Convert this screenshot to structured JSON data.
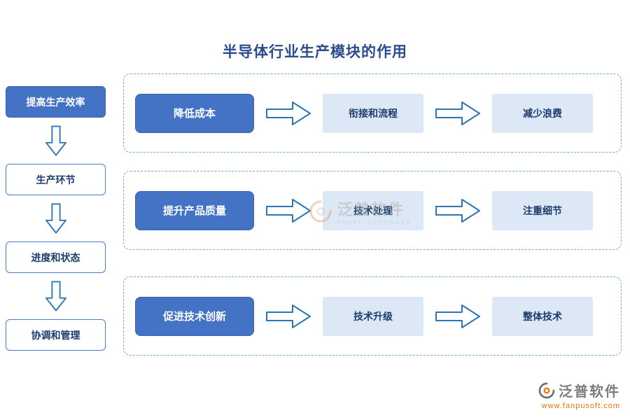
{
  "title": "半导体行业生产模块的作用",
  "left_flow": {
    "items": [
      {
        "label": "提高生产效率"
      },
      {
        "label": "生产环节"
      },
      {
        "label": "进度和状态"
      },
      {
        "label": "协调和管理"
      }
    ]
  },
  "rows": [
    {
      "primary": "降低成本",
      "step1": "衔接和流程",
      "step2": "减少浪费"
    },
    {
      "primary": "提升产品质量",
      "step1": "技术处理",
      "step2": "注重细节"
    },
    {
      "primary": "促进技术创新",
      "step1": "技术升级",
      "step2": "整体技术"
    }
  ],
  "watermark": {
    "brand": "泛普软件",
    "sub": "FANPU SOFTWARE"
  },
  "footer": {
    "brand": "泛普软件",
    "url": "www.fanpusoft.com"
  },
  "colors": {
    "solid_blue": "#4472c4",
    "light_box_bg": "#dce8f6",
    "dark_navy_text": "#1c3c6e",
    "dashed_border": "#6fa9e3",
    "arrow_stroke": "#2e75b6",
    "title_blue": "#2a4d8f",
    "url_orange": "#ee7800"
  }
}
